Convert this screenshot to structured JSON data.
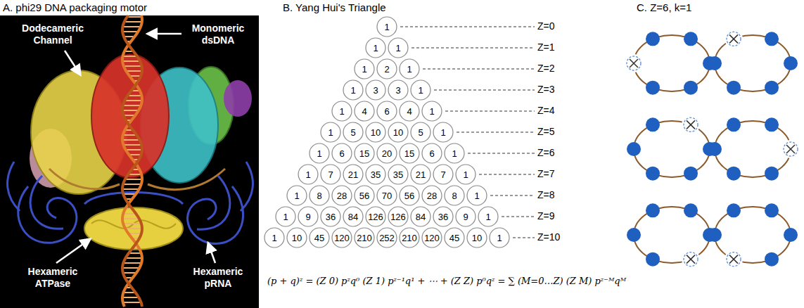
{
  "diagram": {
    "nodes": [
      {
        "text": [
          "1"
        ]
      },
      {
        "text": [
          "1"
        ]
      },
      {
        "text": [
          "1"
        ]
      },
      {
        "text": [
          "1"
        ]
      },
      {
        "text": [
          "2"
        ]
      },
      {
        "text": [
          "1"
        ]
      },
      {
        "text": [
          "1"
        ]
      },
      {
        "text": [
          "3"
        ]
      },
      {
        "text": [
          "3"
        ]
      },
      {
        "text": [
          "1"
        ]
      },
      {
        "text": [
          "1"
        ]
      },
      {
        "text": [
          "4"
        ]
      },
      {
        "text": [
          "6"
        ]
      },
      {
        "text": [
          "4"
        ]
      },
      {
        "text": [
          "1"
        ]
      },
      {
        "text": [
          "1"
        ]
      },
      {
        "text": [
          "5"
        ]
      },
      {
        "text": [
          "10"
        ]
      },
      {
        "text": [
          "10"
        ]
      },
      {
        "text": [
          "5"
        ]
      },
      {
        "text": [
          "1"
        ]
      },
      {
        "text": [
          "1"
        ]
      },
      {
        "text": [
          "6"
        ]
      },
      {
        "text": [
          "15"
        ]
      },
      {
        "text": [
          "20"
        ]
      },
      {
        "text": [
          "15"
        ]
      },
      {
        "text": [
          "6"
        ]
      },
      {
        "text": [
          "1"
        ]
      },
      {
        "text": [
          "1"
        ]
      },
      {
        "text": [
          "7"
        ]
      },
      {
        "text": [
          "21"
        ]
      },
      {
        "text": [
          "35"
        ]
      },
      {
        "text": [
          "35"
        ]
      },
      {
        "text": [
          "21"
        ]
      },
      {
        "text": [
          "7"
        ]
      },
      {
        "text": [
          "1"
        ]
      },
      {
        "text": [
          "1"
        ]
      },
      {
        "text": [
          "8"
        ]
      },
      {
        "text": [
          "28"
        ]
      },
      {
        "text": [
          "56"
        ]
      },
      {
        "text": [
          "70"
        ]
      },
      {
        "text": [
          "56"
        ]
      },
      {
        "text": [
          "28"
        ]
      },
      {
        "text": [
          "8"
        ]
      },
      {
        "text": [
          "1"
        ]
      },
      {
        "text": [
          "1"
        ]
      },
      {
        "text": [
          "9"
        ]
      },
      {
        "text": [
          "36"
        ]
      },
      {
        "text": [
          "84"
        ]
      },
      {
        "text": [
          "126"
        ]
      },
      {
        "text": [
          "126"
        ]
      },
      {
        "text": [
          "84"
        ]
      },
      {
        "text": [
          "36"
        ]
      },
      {
        "text": [
          "9"
        ]
      },
      {
        "text": [
          "1"
        ]
      },
      {
        "text": [
          "1"
        ]
      },
      {
        "text": [
          "10"
        ]
      },
      {
        "text": [
          "45"
        ]
      },
      {
        "text": [
          "120"
        ]
      },
      {
        "text": [
          "210"
        ]
      },
      {
        "text": [
          "252"
        ]
      },
      {
        "text": [
          "210"
        ]
      },
      {
        "text": [
          "120"
        ]
      },
      {
        "text": [
          "45"
        ]
      },
      {
        "text": [
          "10"
        ]
      },
      {
        "text": [
          "1"
        ]
      }
    ],
    "labels": [
      "A. phi29 DNA packaging motor",
      "Dodecameric Channel",
      "Monomeric dsDNA",
      "Hexameric ATPase",
      "Hexameric pRNA",
      "B. Yang Hui's Triangle",
      "Z=0",
      "Z=1",
      "Z=2",
      "Z=3",
      "Z=4",
      "Z=5",
      "Z=6",
      "Z=7",
      "Z=8",
      "Z=9",
      "Z=10",
      "(p + q)ᶻ = (Z 0) pᶻq⁰  (Z 1) pᶻ⁻¹q¹ + ⋯ + (Z Z) p⁰qᶻ = ∑ (M=0…Z) (Z M) pᶻ⁻ᴹqᴹ",
      "C. Z=6, k=1"
    ]
  }
}
